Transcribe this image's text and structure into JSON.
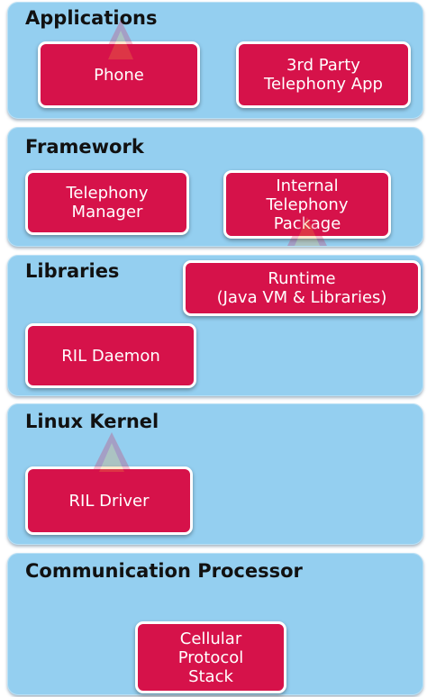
{
  "layers": {
    "applications": {
      "title": "Applications",
      "boxes": [
        "Phone",
        "3rd Party\nTelephony App"
      ]
    },
    "framework": {
      "title": "Framework",
      "boxes": [
        "Telephony\nManager",
        "Internal\nTelephony\nPackage"
      ]
    },
    "libraries": {
      "title": "Libraries",
      "boxes": [
        "Runtime\n(Java VM & Libraries)",
        "RIL Daemon"
      ]
    },
    "kernel": {
      "title": "Linux Kernel",
      "boxes": [
        "RIL Driver"
      ]
    },
    "processor": {
      "title": "Communication Processor",
      "boxes": [
        "Cellular\nProtocol\nStack"
      ]
    }
  },
  "watermark": {
    "brand_icon": "techvidvan-logo-icon"
  },
  "colors": {
    "layer_bg": "#94cff0",
    "box_bg": "#d6124a",
    "box_border": "#ffffff",
    "title_text": "#111111"
  }
}
